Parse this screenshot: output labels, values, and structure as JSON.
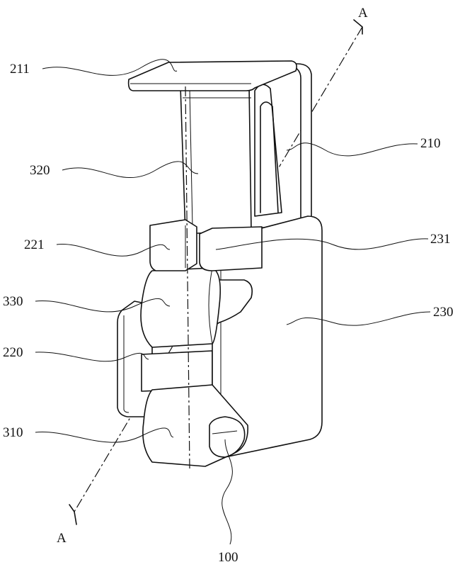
{
  "section_marks": {
    "top": "A",
    "bottom": "A"
  },
  "labels": {
    "l211": "211",
    "l320": "320",
    "l221": "221",
    "l330": "330",
    "l220": "220",
    "l310": "310",
    "l210": "210",
    "l231": "231",
    "l230": "230",
    "l100": "100"
  }
}
